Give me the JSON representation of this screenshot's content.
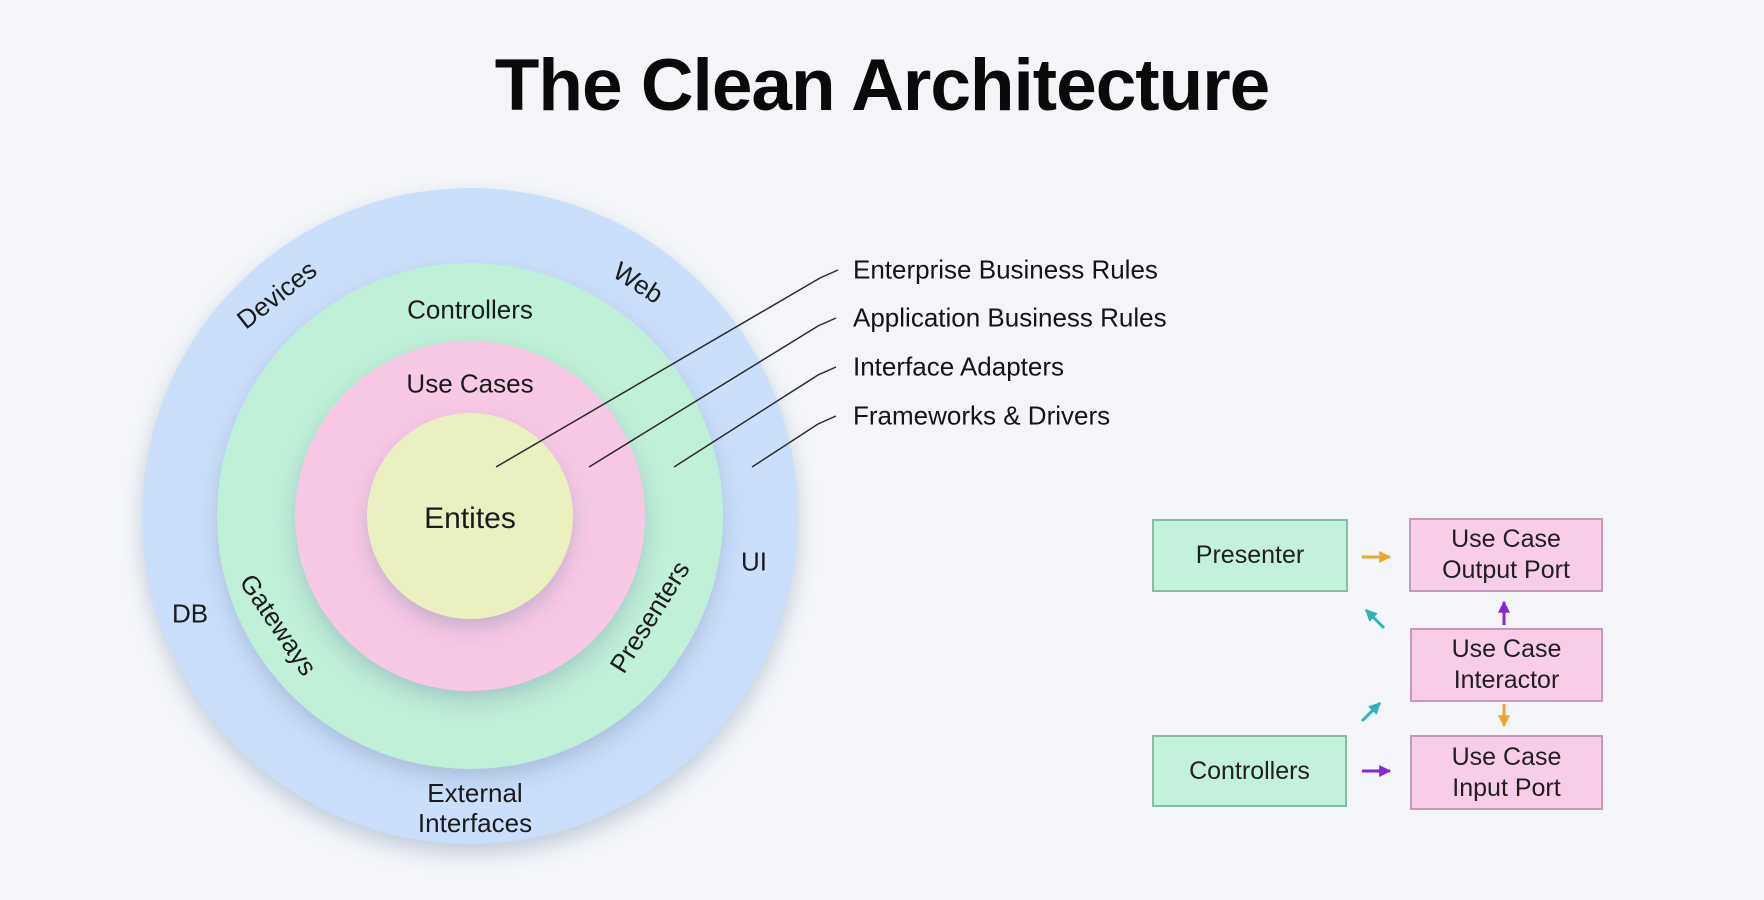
{
  "title": "The Clean Architecture",
  "rings": {
    "entities_label": "Entites",
    "use_cases_label": "Use Cases",
    "controllers_label": "Controllers",
    "gateways_label": "Gateways",
    "presenters_label": "Presenters",
    "devices_label": "Devices",
    "web_label": "Web",
    "db_label": "DB",
    "ui_label": "UI",
    "external_line1": "External",
    "external_line2": "Interfaces"
  },
  "legend": {
    "items": [
      {
        "label": "Enterprise Business Rules"
      },
      {
        "label": "Application Business Rules"
      },
      {
        "label": "Interface Adapters"
      },
      {
        "label": "Frameworks & Drivers"
      }
    ]
  },
  "flow": {
    "presenter": {
      "label": "Presenter"
    },
    "output_port": {
      "line1": "Use Case",
      "line2": "Output Port"
    },
    "interactor": {
      "line1": "Use Case",
      "line2": "Interactor"
    },
    "controllers": {
      "label": "Controllers"
    },
    "input_port": {
      "line1": "Use Case",
      "line2": "Input Port"
    }
  },
  "colors": {
    "background": "#f3f5f8",
    "ring_frameworks_drivers": "#cbdffa",
    "ring_interface_adapters": "#bff0d8",
    "ring_application_rules": "#f8c9e5",
    "ring_enterprise_rules": "#eaf0c0",
    "box_green_fill": "#c2f2dc",
    "box_green_border": "#84bfa2",
    "box_pink_fill": "#f7cde8",
    "box_pink_border": "#c49ab8",
    "arrow_orange": "#f0a430",
    "arrow_teal": "#2cb5b2",
    "arrow_purple": "#8428d4",
    "leader_line": "#2b2b2b",
    "text": "#1b1b1b"
  }
}
